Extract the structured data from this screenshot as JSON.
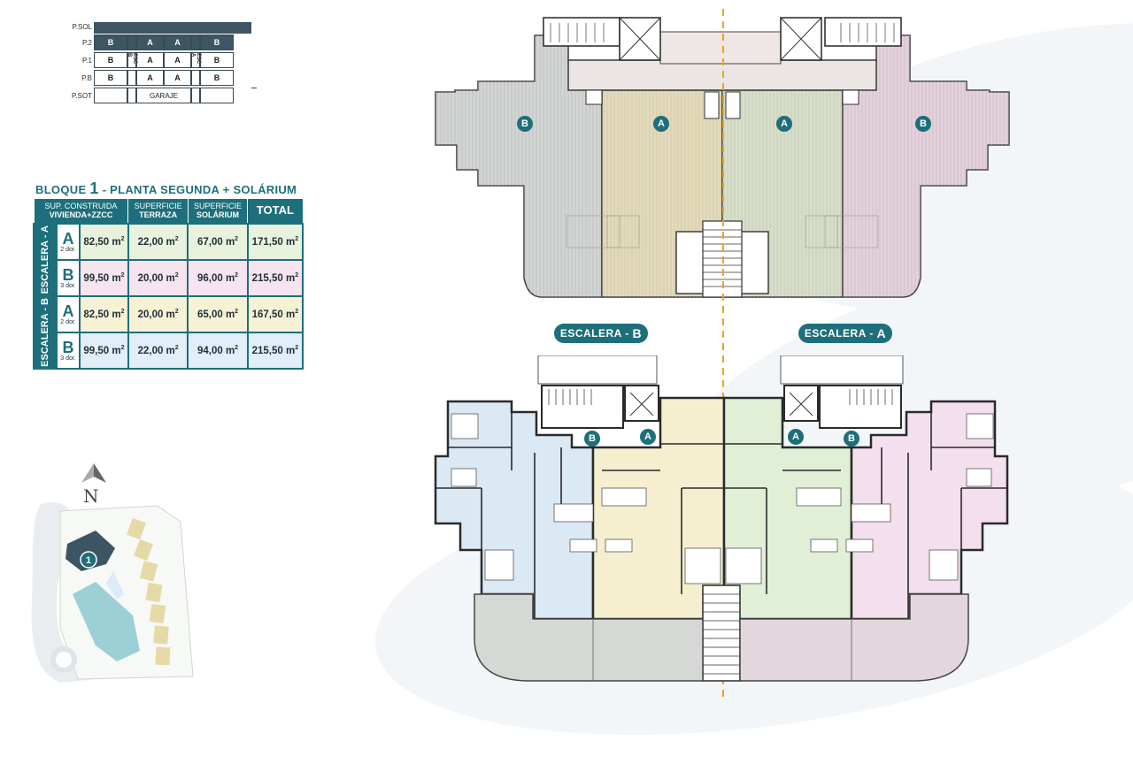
{
  "key_plan": {
    "levels": [
      "P.SOL",
      "P.2",
      "P.1",
      "P.B",
      "P.SOT"
    ],
    "rows": [
      {
        "level": "P.2",
        "cells": [
          "B",
          "A",
          "A",
          "B"
        ],
        "highlighted": true
      },
      {
        "level": "P.1",
        "cells": [
          "B",
          "A",
          "A",
          "B"
        ],
        "highlighted": false
      },
      {
        "level": "P.B",
        "cells": [
          "B",
          "A",
          "A",
          "B"
        ],
        "highlighted": false
      }
    ],
    "stair_labels": [
      "ESC B",
      "ESC A"
    ],
    "basement_label": "GARAJE"
  },
  "areas_table": {
    "title_prefix": "BLOQUE",
    "title_number": "1",
    "title_suffix": "- PLANTA SEGUNDA + SOLÁRIUM",
    "headers": [
      {
        "line1": "SUP. CONSTRUIDA",
        "line2": "VIVIENDA+ZZCC"
      },
      {
        "line1": "SUPERFICIE",
        "line2": "TERRAZA"
      },
      {
        "line1": "SUPERFICIE",
        "line2": "SOLÁRIUM"
      },
      {
        "line1": "TOTAL",
        "line2": ""
      }
    ],
    "groups": [
      {
        "stair": "ESCALERA - A",
        "rows": [
          {
            "type": "A",
            "bedrooms": "2 dor.",
            "vivienda": "82,50 m",
            "terraza": "22,00 m",
            "solarium": "67,00 m",
            "total": "171,50 m"
          },
          {
            "type": "B",
            "bedrooms": "3 dor.",
            "vivienda": "99,50 m",
            "terraza": "20,00 m",
            "solarium": "96,00 m",
            "total": "215,50 m"
          }
        ]
      },
      {
        "stair": "ESCALERA - B",
        "rows": [
          {
            "type": "A",
            "bedrooms": "2 dor.",
            "vivienda": "82,50 m",
            "terraza": "20,00 m",
            "solarium": "65,00 m",
            "total": "167,50 m"
          },
          {
            "type": "B",
            "bedrooms": "3 dor.",
            "vivienda": "99,50 m",
            "terraza": "22,00 m",
            "solarium": "94,00 m",
            "total": "215,50 m"
          }
        ]
      }
    ],
    "unit_exponent": "2",
    "row_colors": [
      "#e8f2dc",
      "#f6e4ef",
      "#f8f2d5",
      "#e2eef8"
    ]
  },
  "north": {
    "label": "N"
  },
  "site_plan": {
    "block_label": "1"
  },
  "floor_plans": {
    "solarium_badges": [
      "B",
      "A",
      "A",
      "B"
    ],
    "stair_tags": [
      {
        "prefix": "ESCALERA -",
        "letter": "B"
      },
      {
        "prefix": "ESCALERA -",
        "letter": "A"
      }
    ],
    "apartment_badges": [
      "B",
      "A",
      "A",
      "B"
    ]
  },
  "colors": {
    "accent": "#1d6f7b",
    "unit_b_left": "#dbe9f5",
    "unit_a_left": "#f5efcf",
    "unit_a_right": "#e1efd6",
    "unit_b_right": "#f4dfee",
    "axis_line": "#f0a21b"
  }
}
